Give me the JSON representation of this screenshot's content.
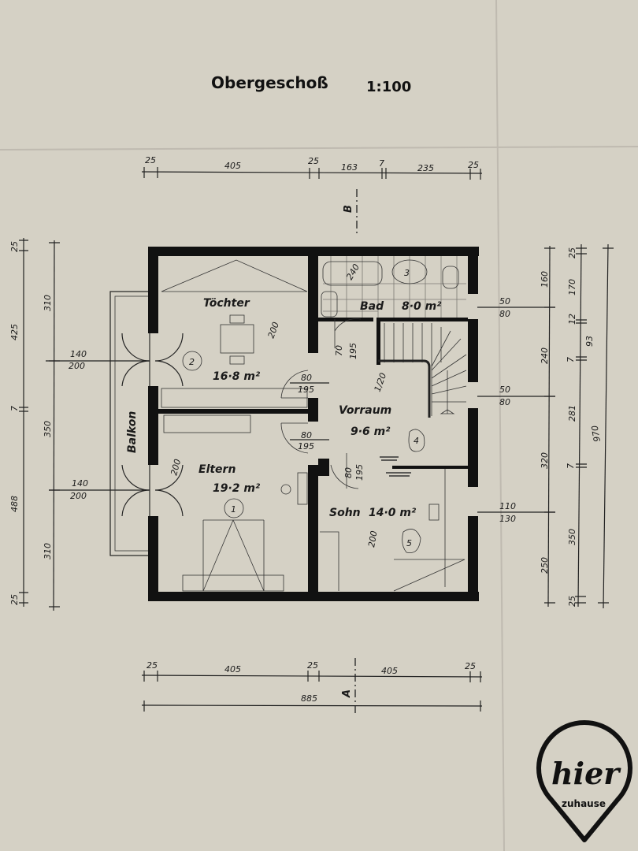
{
  "title": "Obergeschoß",
  "scale": "1:100",
  "rooms": [
    {
      "name": "Töchter",
      "area": "16·8 m²",
      "number": "2"
    },
    {
      "name": "Eltern",
      "area": "19·2 m²",
      "number": "1"
    },
    {
      "name": "Bad",
      "area": "8·0 m²",
      "number": "3"
    },
    {
      "name": "Vorraum",
      "area": "9·6 m²",
      "number": "4"
    },
    {
      "name": "Sohn",
      "area": "14·0 m²",
      "number": "5"
    },
    {
      "name": "Balkon"
    }
  ],
  "annotations": {
    "bath_tub": "240",
    "bed_toechter": "200",
    "bed_eltern": "200",
    "bed_sohn": "200",
    "stairs": "1/20"
  },
  "doors": {
    "toechter": [
      "80",
      "195"
    ],
    "eltern": [
      "80",
      "195"
    ],
    "bad": [
      "70",
      "195"
    ],
    "sohn": [
      "80",
      "195"
    ]
  },
  "windows": {
    "balkon_top": [
      "140",
      "200"
    ],
    "balkon_bottom": [
      "140",
      "200"
    ],
    "bad": [
      "50",
      "80"
    ],
    "stairs": [
      "50",
      "80"
    ],
    "sohn": [
      "110",
      "130"
    ]
  },
  "dimensions": {
    "top": [
      "25",
      "405",
      "25",
      "163",
      "7",
      "235",
      "25"
    ],
    "bottom": [
      "25",
      "405",
      "25",
      "405",
      "25"
    ],
    "bottom_total": "885",
    "left_outer": [
      "25",
      "425",
      "7",
      "488",
      "25"
    ],
    "left_inner": [
      "310",
      "350",
      "310"
    ],
    "right_inner": [
      "160",
      "240",
      "320",
      "250"
    ],
    "right_outer": [
      "25",
      "170",
      "12",
      "93",
      "7",
      "281",
      "7",
      "350",
      "25"
    ],
    "right_total": "970"
  },
  "section_marks": [
    "B",
    "A"
  ],
  "logo": {
    "word": "hier",
    "sub": "zuhause"
  }
}
